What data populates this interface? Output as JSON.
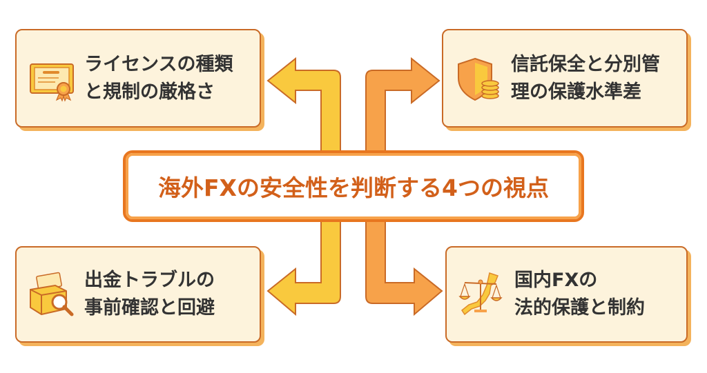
{
  "title": "海外FXの安全性を判断する4つの視点",
  "cards": [
    {
      "line1": "ライセンスの種類",
      "line2": "と規制の厳格さ",
      "icon": "certificate-icon"
    },
    {
      "line1": "信託保全と分別管",
      "line2": "理の保護水準差",
      "icon": "shield-coins-icon"
    },
    {
      "line1": "出金トラブルの",
      "line2": "事前確認と回避",
      "icon": "money-box-search-icon"
    },
    {
      "line1": "国内FXの",
      "line2": "法的保護と制約",
      "icon": "scale-japan-icon"
    }
  ],
  "colors": {
    "yellow": "#f9c93e",
    "orange": "#f7a24a",
    "outline": "#c96a26",
    "card": "#fdf3dc"
  }
}
